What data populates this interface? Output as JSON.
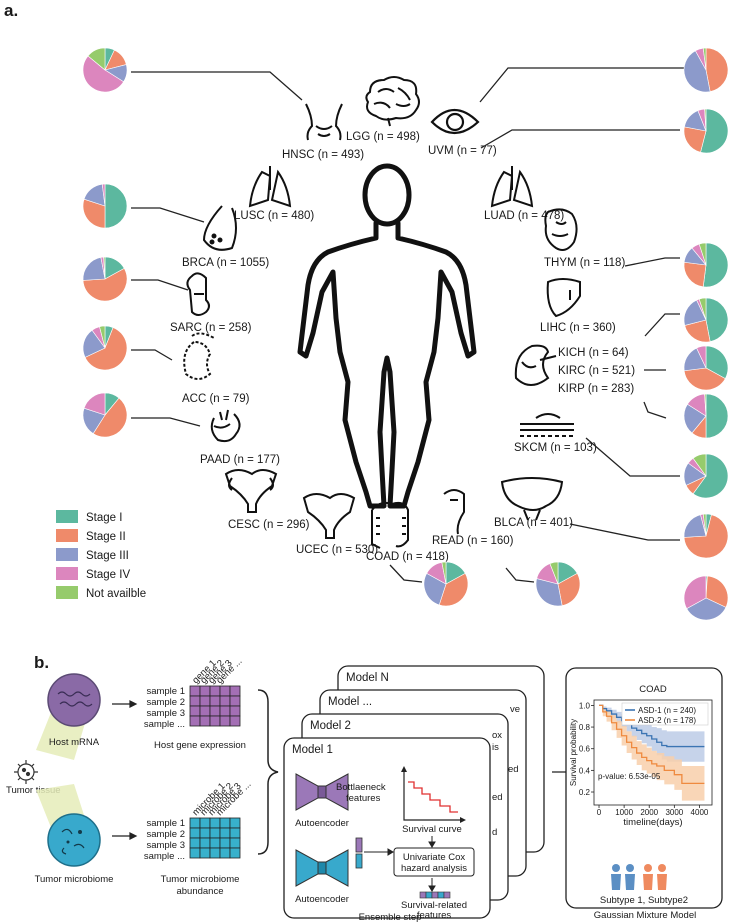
{
  "panels": {
    "a": "a.",
    "b": "b."
  },
  "stage_legend": {
    "items": [
      {
        "label": "Stage I",
        "color": "#5cb89f"
      },
      {
        "label": "Stage II",
        "color": "#ef8a6a"
      },
      {
        "label": "Stage III",
        "color": "#8c9acb"
      },
      {
        "label": "Stage IV",
        "color": "#dc86be"
      },
      {
        "label": "Not availble",
        "color": "#96cb6c"
      }
    ]
  },
  "cancers": [
    {
      "key": "lgg",
      "label": "LGG (n = 498)",
      "pie": [
        0,
        0,
        0,
        0,
        0
      ]
    },
    {
      "key": "hnsc",
      "label": "HNSC (n = 493)",
      "pie": [
        7,
        14,
        13,
        52,
        14
      ]
    },
    {
      "key": "uvm",
      "label": "UVM (n = 77)",
      "pie": [
        0,
        47,
        45,
        6,
        2
      ]
    },
    {
      "key": "lusc",
      "label": "LUSC (n = 480)",
      "pie": [
        50,
        30,
        18,
        2,
        0
      ]
    },
    {
      "key": "luad",
      "label": "LUAD (n = 478)",
      "pie": [
        54,
        24,
        16,
        5,
        1
      ]
    },
    {
      "key": "brca",
      "label": "BRCA (n = 1055)",
      "pie": [
        17,
        57,
        23,
        2,
        1
      ]
    },
    {
      "key": "thym",
      "label": "THYM (n = 118)",
      "pie": [
        52,
        25,
        12,
        6,
        5
      ]
    },
    {
      "key": "sarc",
      "label": "SARC (n = 258)",
      "pie": [
        6,
        62,
        22,
        6,
        4
      ]
    },
    {
      "key": "lihc",
      "label": "LIHC (n = 360)",
      "pie": [
        47,
        24,
        22,
        2,
        5
      ]
    },
    {
      "key": "acc",
      "label": "ACC (n = 79)",
      "pie": [
        11,
        48,
        21,
        20,
        0
      ]
    },
    {
      "key": "kich",
      "label": "KICH (n = 64)",
      "pie": [
        33,
        40,
        20,
        7,
        0
      ]
    },
    {
      "key": "kirc",
      "label": "KIRC (n = 521)",
      "pie": [
        50,
        11,
        23,
        15,
        1
      ]
    },
    {
      "key": "kirp",
      "label": "KIRP (n = 283)",
      "pie": [
        60,
        8,
        17,
        5,
        10
      ]
    },
    {
      "key": "paad",
      "label": "PAAD (n = 177)",
      "pie": [
        12,
        82,
        3,
        3,
        0
      ]
    },
    {
      "key": "skcm",
      "label": "SKCM (n = 103)",
      "pie": [
        4,
        70,
        22,
        2,
        2
      ]
    },
    {
      "key": "cesc",
      "label": "CESC (n = 296)",
      "pie": [
        0,
        0,
        0,
        0,
        0
      ]
    },
    {
      "key": "ucec",
      "label": "UCEC (n = 530)",
      "pie": [
        0,
        0,
        0,
        0,
        0
      ]
    },
    {
      "key": "coad",
      "label": "COAD (n = 418)",
      "pie": [
        17,
        38,
        28,
        14,
        3
      ]
    },
    {
      "key": "read",
      "label": "READ (n = 160)",
      "pie": [
        17,
        30,
        32,
        15,
        6
      ]
    },
    {
      "key": "blca",
      "label": "BLCA (n = 401)",
      "pie": [
        1,
        31,
        35,
        33,
        0
      ]
    }
  ],
  "pipeline": {
    "host_mrna": "Host mRNA",
    "tumor_tissue": "Tumor tissue",
    "tumor_microbiome": "Tumor microbiome",
    "samples": [
      "sample 1",
      "sample 2",
      "sample 3",
      "sample ..."
    ],
    "genes": [
      "gene 1",
      "gene 2",
      "gene 3",
      "gene ..."
    ],
    "microbes": [
      "microbe 1",
      "microbe 2",
      "microbe 3",
      "microbe ..."
    ],
    "host_expr": "Host gene expression",
    "microbiome_abund_1": "Tumor microbiome",
    "microbiome_abund_2": "abundance",
    "models": [
      "Model N",
      "Model ...",
      "Model 2",
      "Model 1"
    ],
    "bottleneck_1": "Bottlaeneck",
    "bottleneck_2": "features",
    "survival_curve": "Survival curve",
    "autoencoder": "Autoencoder",
    "cox_1": "Univariate Cox",
    "cox_2": "hazard analysis",
    "survfeat_1": "Survival-related",
    "survfeat_2": "features",
    "ensemble": "Ensemble step",
    "gmm": "Gaussian Mixture Model",
    "subtypes": "Subtype 1, Subtype2",
    "frag_ve": "ve",
    "frag_ox": "ox",
    "frag_is": "is",
    "frag_ed": "ed",
    "frag_d": "d"
  },
  "km_chart": {
    "title": "COAD",
    "xlabel": "timeline(days)",
    "ylabel": "Survival probability",
    "pvalue": "p-value: 6.53e-05",
    "xticks": [
      0,
      1000,
      2000,
      3000,
      4000
    ],
    "yticks": [
      0.2,
      0.4,
      0.6,
      0.8,
      1.0
    ],
    "xlim": [
      -200,
      4500
    ],
    "ylim": [
      0.08,
      1.05
    ],
    "series": [
      {
        "name": "ASD-1 (n = 240)",
        "color": "#3b74b3",
        "ci": "#bccbe6",
        "points": [
          [
            0,
            1.0
          ],
          [
            150,
            0.97
          ],
          [
            300,
            0.95
          ],
          [
            500,
            0.92
          ],
          [
            700,
            0.89
          ],
          [
            900,
            0.86
          ],
          [
            1100,
            0.83
          ],
          [
            1300,
            0.79
          ],
          [
            1500,
            0.77
          ],
          [
            1700,
            0.74
          ],
          [
            1900,
            0.72
          ],
          [
            2100,
            0.69
          ],
          [
            2300,
            0.66
          ],
          [
            2500,
            0.63
          ],
          [
            2700,
            0.62
          ],
          [
            4200,
            0.62
          ]
        ],
        "upper": [
          1.0,
          0.99,
          0.98,
          0.96,
          0.94,
          0.92,
          0.9,
          0.87,
          0.85,
          0.83,
          0.82,
          0.8,
          0.79,
          0.77,
          0.76,
          0.76
        ],
        "lower": [
          1.0,
          0.95,
          0.92,
          0.88,
          0.84,
          0.8,
          0.76,
          0.71,
          0.68,
          0.65,
          0.62,
          0.58,
          0.54,
          0.5,
          0.48,
          0.48
        ]
      },
      {
        "name": "ASD-2 (n = 178)",
        "color": "#ef8a3f",
        "ci": "#f8cfaa",
        "points": [
          [
            0,
            1.0
          ],
          [
            150,
            0.94
          ],
          [
            300,
            0.9
          ],
          [
            500,
            0.84
          ],
          [
            700,
            0.78
          ],
          [
            900,
            0.72
          ],
          [
            1100,
            0.66
          ],
          [
            1300,
            0.61
          ],
          [
            1500,
            0.56
          ],
          [
            1700,
            0.52
          ],
          [
            1900,
            0.49
          ],
          [
            2100,
            0.46
          ],
          [
            2300,
            0.44
          ],
          [
            2600,
            0.4
          ],
          [
            3000,
            0.36
          ],
          [
            3300,
            0.28
          ],
          [
            4200,
            0.28
          ]
        ],
        "upper": [
          1.0,
          0.98,
          0.95,
          0.91,
          0.86,
          0.81,
          0.76,
          0.72,
          0.67,
          0.64,
          0.61,
          0.58,
          0.56,
          0.53,
          0.5,
          0.44,
          0.44
        ],
        "lower": [
          1.0,
          0.9,
          0.85,
          0.77,
          0.7,
          0.63,
          0.56,
          0.5,
          0.45,
          0.4,
          0.37,
          0.34,
          0.31,
          0.27,
          0.22,
          0.12,
          0.12
        ]
      }
    ]
  }
}
